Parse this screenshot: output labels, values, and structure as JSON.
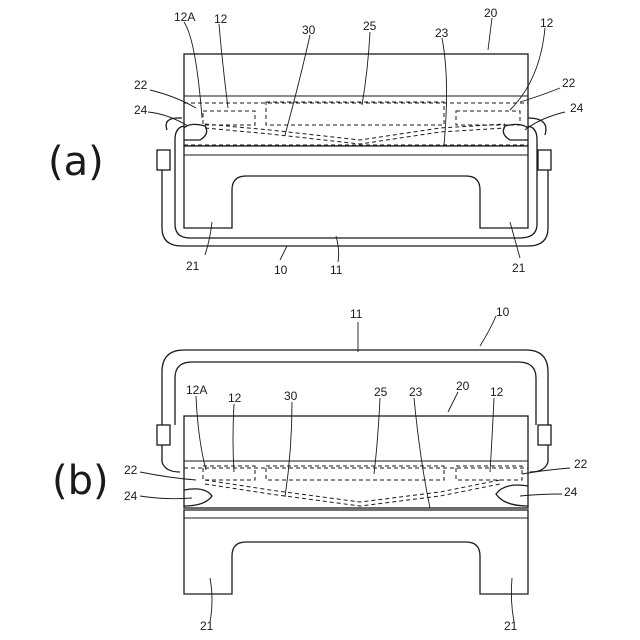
{
  "panels": {
    "a": {
      "label": "(a)",
      "refs": {
        "r12A": "12A",
        "r12_left": "12",
        "r30": "30",
        "r25": "25",
        "r23": "23",
        "r20": "20",
        "r12_right": "12",
        "r22_left": "22",
        "r22_right": "22",
        "r24_left": "24",
        "r24_right": "24",
        "r21_left": "21",
        "r21_right": "21",
        "r10": "10",
        "r11": "11"
      }
    },
    "b": {
      "label": "(b)",
      "refs": {
        "r11": "11",
        "r10": "10",
        "r12A": "12A",
        "r12_left": "12",
        "r30": "30",
        "r25": "25",
        "r23": "23",
        "r20": "20",
        "r12_right": "12",
        "r22_left": "22",
        "r22_right": "22",
        "r24_left": "24",
        "r24_right": "24",
        "r21_left": "21",
        "r21_right": "21"
      }
    }
  }
}
